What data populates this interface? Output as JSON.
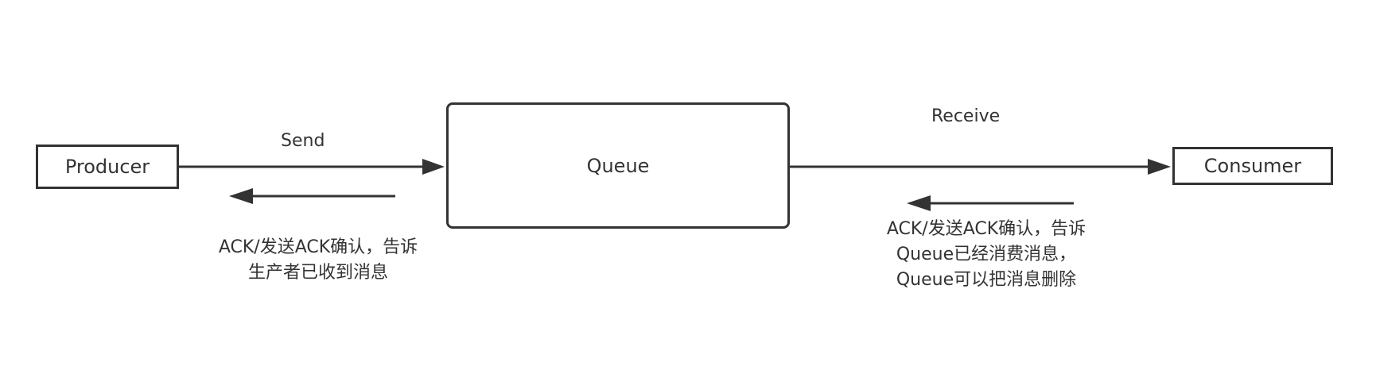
{
  "nodes": {
    "producer": "Producer",
    "queue": "Queue",
    "consumer": "Consumer"
  },
  "edges": {
    "send": "Send",
    "receive": "Receive"
  },
  "notes": {
    "producer_ack": [
      "ACK/发送ACK确认，告诉",
      "生产者已收到消息"
    ],
    "consumer_ack": [
      "ACK/发送ACK确认，告诉",
      "Queue已经消费消息，",
      "Queue可以把消息删除"
    ]
  },
  "colors": {
    "stroke": "#333333",
    "text": "#333333",
    "background": "#ffffff"
  }
}
